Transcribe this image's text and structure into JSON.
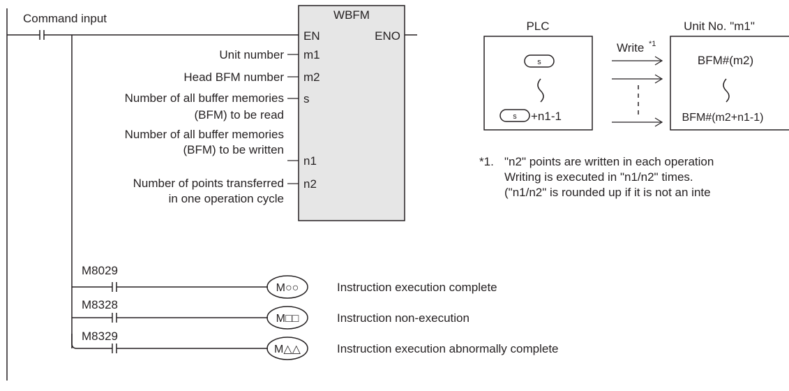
{
  "ladder": {
    "command_input_label": "Command input",
    "instruction": {
      "name": "WBFM",
      "en_label": "EN",
      "eno_label": "ENO",
      "operands": [
        {
          "pin": "m1",
          "desc_lines": [
            "Unit number"
          ]
        },
        {
          "pin": "m2",
          "desc_lines": [
            "Head BFM number"
          ]
        },
        {
          "pin": "s",
          "desc_lines": [
            "Number of all buffer memories",
            "(BFM) to be read"
          ]
        },
        {
          "pin": "n1",
          "desc_lines": [
            "Number of all buffer memories",
            "(BFM) to be written"
          ]
        },
        {
          "pin": "n2",
          "desc_lines": [
            "Number of points transferred",
            "in one operation cycle"
          ]
        }
      ]
    },
    "flags": [
      {
        "contact": "M8029",
        "coil": "M○○",
        "description": "Instruction execution complete"
      },
      {
        "contact": "M8328",
        "coil": "M□□",
        "description": "Instruction non-execution"
      },
      {
        "contact": "M8329",
        "coil": "M△△",
        "description": "Instruction execution abnormally complete"
      }
    ]
  },
  "transfer": {
    "plc_title": "PLC",
    "unit_title": "Unit No. \"m1\"",
    "source_start": "s",
    "source_end_suffix": "+n1-1",
    "write_label": "Write",
    "write_note_ref": "*1",
    "dest_start": "BFM#(m2)",
    "dest_end": "BFM#(m2+n1-1)"
  },
  "footnote": {
    "marker": "*1.",
    "lines": [
      "\"n2\" points are written in each operation",
      "Writing is executed in \"n1/n2\" times.",
      "(\"n1/n2\" is rounded up if it is not an inte"
    ]
  }
}
